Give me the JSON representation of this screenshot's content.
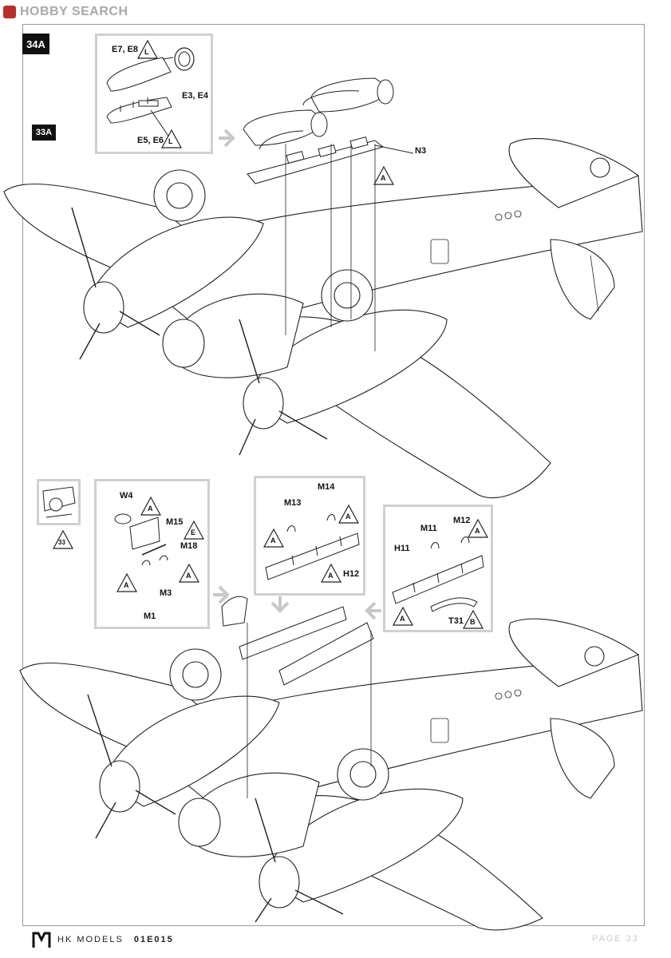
{
  "watermark": {
    "text": "HOBBY SEARCH"
  },
  "steps": {
    "top": "34A",
    "ref": "33A"
  },
  "top_labels": {
    "e7e8": "E7, E8",
    "e3e4": "E3, E4",
    "e5e6": "E5, E6",
    "n3": "N3",
    "glue_l": "L",
    "glue_a": "A"
  },
  "bottom_labels": {
    "w4": "W4",
    "m15": "M15",
    "m18": "M18",
    "m3": "M3",
    "m1": "M1",
    "m14": "M14",
    "m13": "M13",
    "h12": "H12",
    "m11": "M11",
    "m12": "M12",
    "h11": "H11",
    "t31": "T31",
    "ref33": "33",
    "glue_a": "A",
    "glue_e": "E",
    "glue_b": "B"
  },
  "footer": {
    "brand": "HK MODELS",
    "code": "01E015",
    "page": "PAGE 33"
  }
}
